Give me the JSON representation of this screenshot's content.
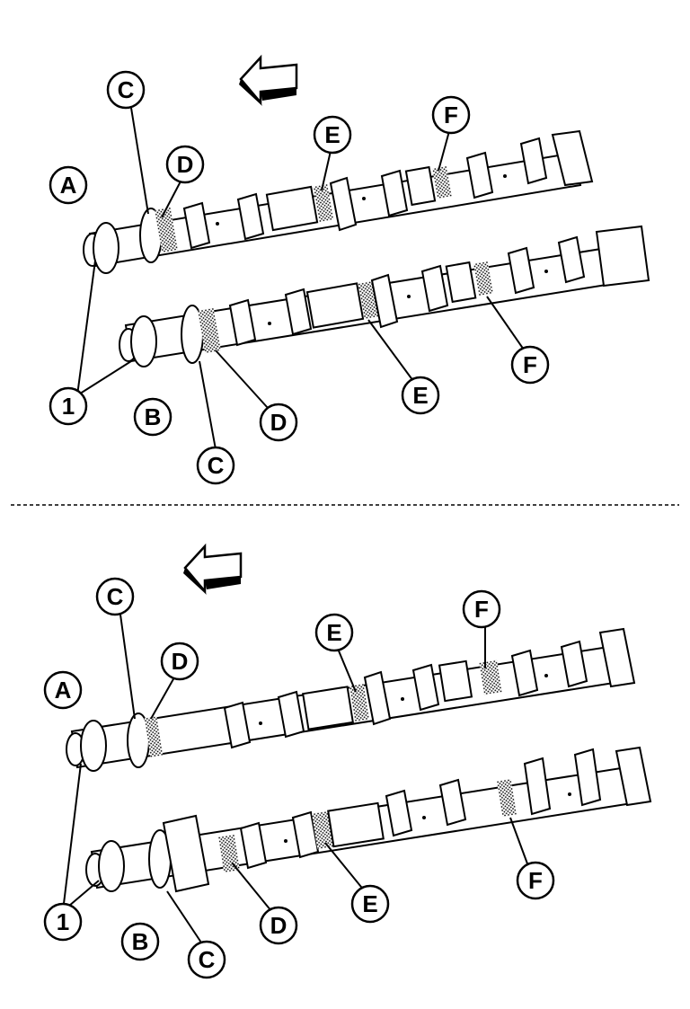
{
  "diagram": {
    "panels": [
      {
        "id": "top",
        "labels": [
          {
            "key": "A",
            "text": "A"
          },
          {
            "key": "B",
            "text": "B"
          },
          {
            "key": "C1",
            "text": "C"
          },
          {
            "key": "C2",
            "text": "C"
          },
          {
            "key": "D1",
            "text": "D"
          },
          {
            "key": "D2",
            "text": "D"
          },
          {
            "key": "E1",
            "text": "E"
          },
          {
            "key": "E2",
            "text": "E"
          },
          {
            "key": "F1",
            "text": "F"
          },
          {
            "key": "F2",
            "text": "F"
          },
          {
            "key": "one",
            "text": "1"
          }
        ]
      },
      {
        "id": "bottom",
        "labels": [
          {
            "key": "A",
            "text": "A"
          },
          {
            "key": "B",
            "text": "B"
          },
          {
            "key": "C1",
            "text": "C"
          },
          {
            "key": "C2",
            "text": "C"
          },
          {
            "key": "D1",
            "text": "D"
          },
          {
            "key": "D2",
            "text": "D"
          },
          {
            "key": "E1",
            "text": "E"
          },
          {
            "key": "E2",
            "text": "E"
          },
          {
            "key": "F1",
            "text": "F"
          },
          {
            "key": "F2",
            "text": "F"
          },
          {
            "key": "one",
            "text": "1"
          }
        ]
      }
    ],
    "colors": {
      "line": "#000000",
      "background": "#ffffff"
    }
  }
}
